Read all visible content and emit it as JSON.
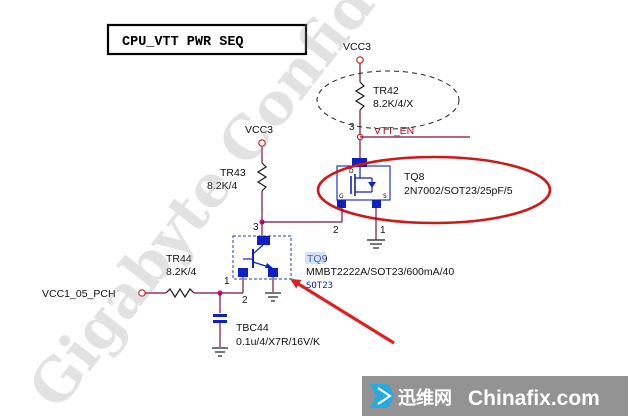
{
  "title": "CPU_VTT PWR SEQ",
  "power_labels": {
    "vcc3_top": "VCC3",
    "vcc3_mid": "VCC3"
  },
  "resistors": {
    "tr42": {
      "ref": "TR42",
      "value": "8.2K/4/X"
    },
    "tr43": {
      "ref": "TR43",
      "value": "8.2K/4"
    },
    "tr44": {
      "ref": "TR44",
      "value": "8.2K/4"
    }
  },
  "nets": {
    "vtt_en": "VTT_EN",
    "vcc1_05_pch": "VCC1_05_PCH"
  },
  "transistors": {
    "tq8": {
      "ref": "TQ8",
      "value": "2N7002/SOT23/25pF/5"
    },
    "tq9": {
      "ref": "TQ9",
      "value": "MMBT2222A/SOT23/600mA/40",
      "package": "SOT23"
    }
  },
  "capacitor": {
    "ref": "TBC44",
    "value": "0.1u/4/X7R/16V/K"
  },
  "pins": {
    "tq8_gate": "2",
    "tq8_source": "1",
    "tq9_base": "1",
    "tq9_emitter": "2",
    "tq8_drain_pin": "3",
    "tq9_collector_pin": "3"
  },
  "mosfet_pin_letters": {
    "d": "D",
    "g": "G",
    "s": "S"
  },
  "watermark": "Gigabyte Confidential Do not copy",
  "brand": {
    "cn": "迅维网",
    "en": "Chinafix.com"
  },
  "colors": {
    "wire": "#7a1040",
    "highlight_ellipse": "#d01818",
    "arrow": "#e02020",
    "power_symbol": "#d02020",
    "component_blue": "#1020c0",
    "dashed_box": "#2040a0"
  },
  "icons": {
    "pointer": "red-arrow-icon",
    "brand_logo": "chinafix-logo-icon"
  }
}
